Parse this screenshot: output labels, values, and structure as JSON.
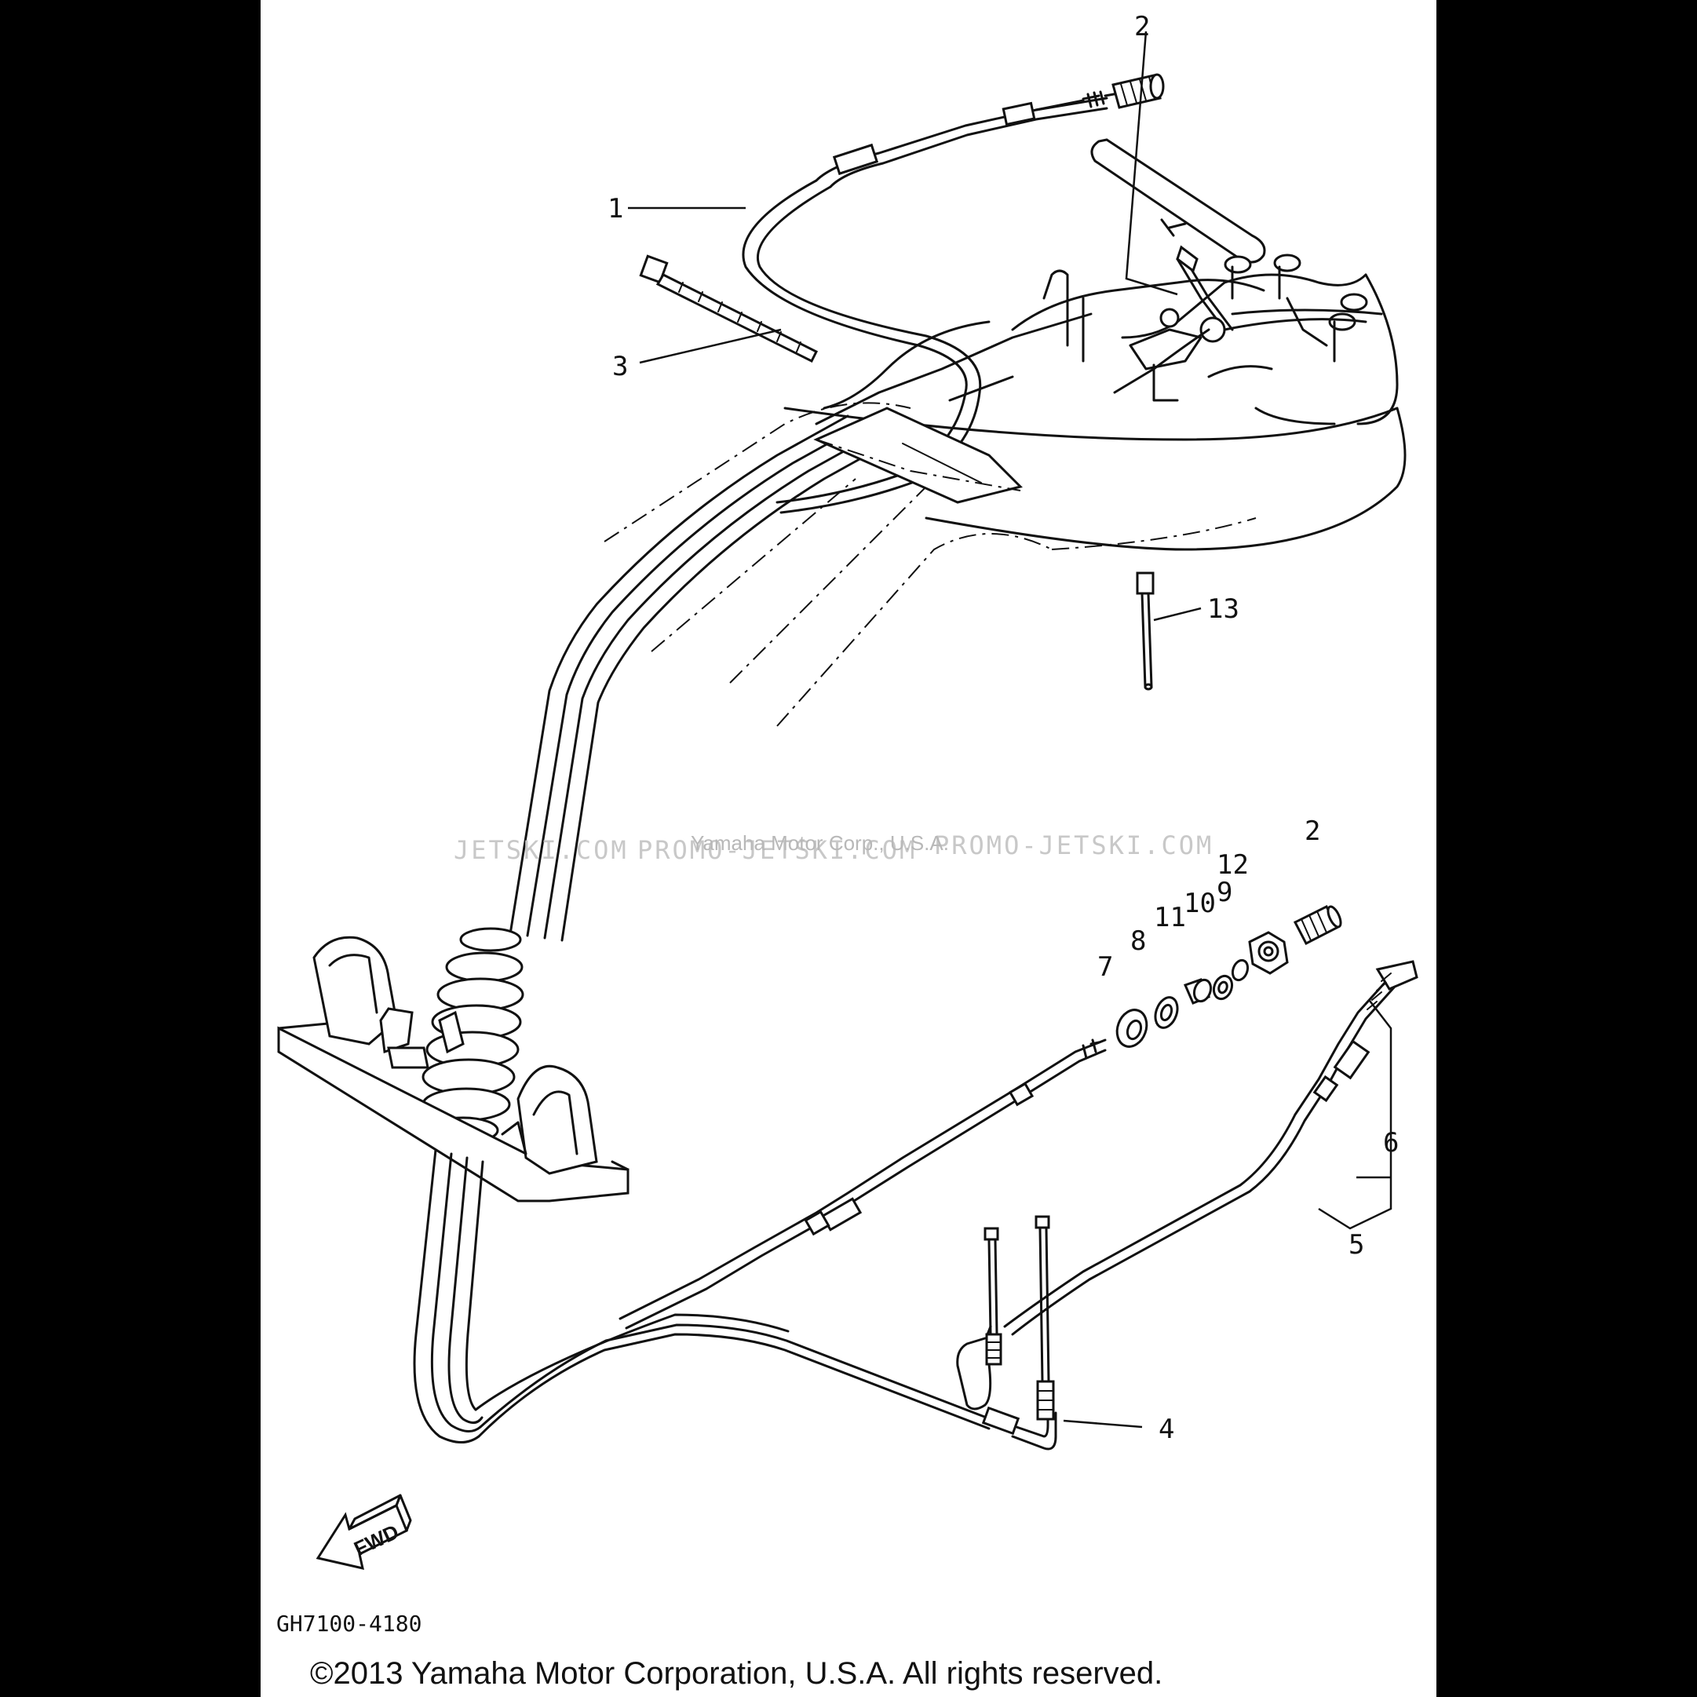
{
  "callouts": {
    "c1": "1",
    "c2a": "2",
    "c2b": "2",
    "c3": "3",
    "c4": "4",
    "c5": "5",
    "c6": "6",
    "c7": "7",
    "c8": "8",
    "c9": "9",
    "c10": "10",
    "c11": "11",
    "c12": "12",
    "c13": "13"
  },
  "watermark": {
    "left": "JETSKI.COM",
    "middle": "PROMO-JETSKI.COM",
    "right": "PROMO-JETSKI.COM",
    "overlay": "Yamaha Motor Corp., U.S.A."
  },
  "direction_badge": "FWD",
  "drawing_code": "GH7100-4180",
  "copyright": "©2013 Yamaha Motor Corporation, U.S.A. All rights reserved.",
  "colors": {
    "background": "#000000",
    "sheet": "#ffffff",
    "ink": "#111111",
    "watermark": "#c8c8c8"
  }
}
